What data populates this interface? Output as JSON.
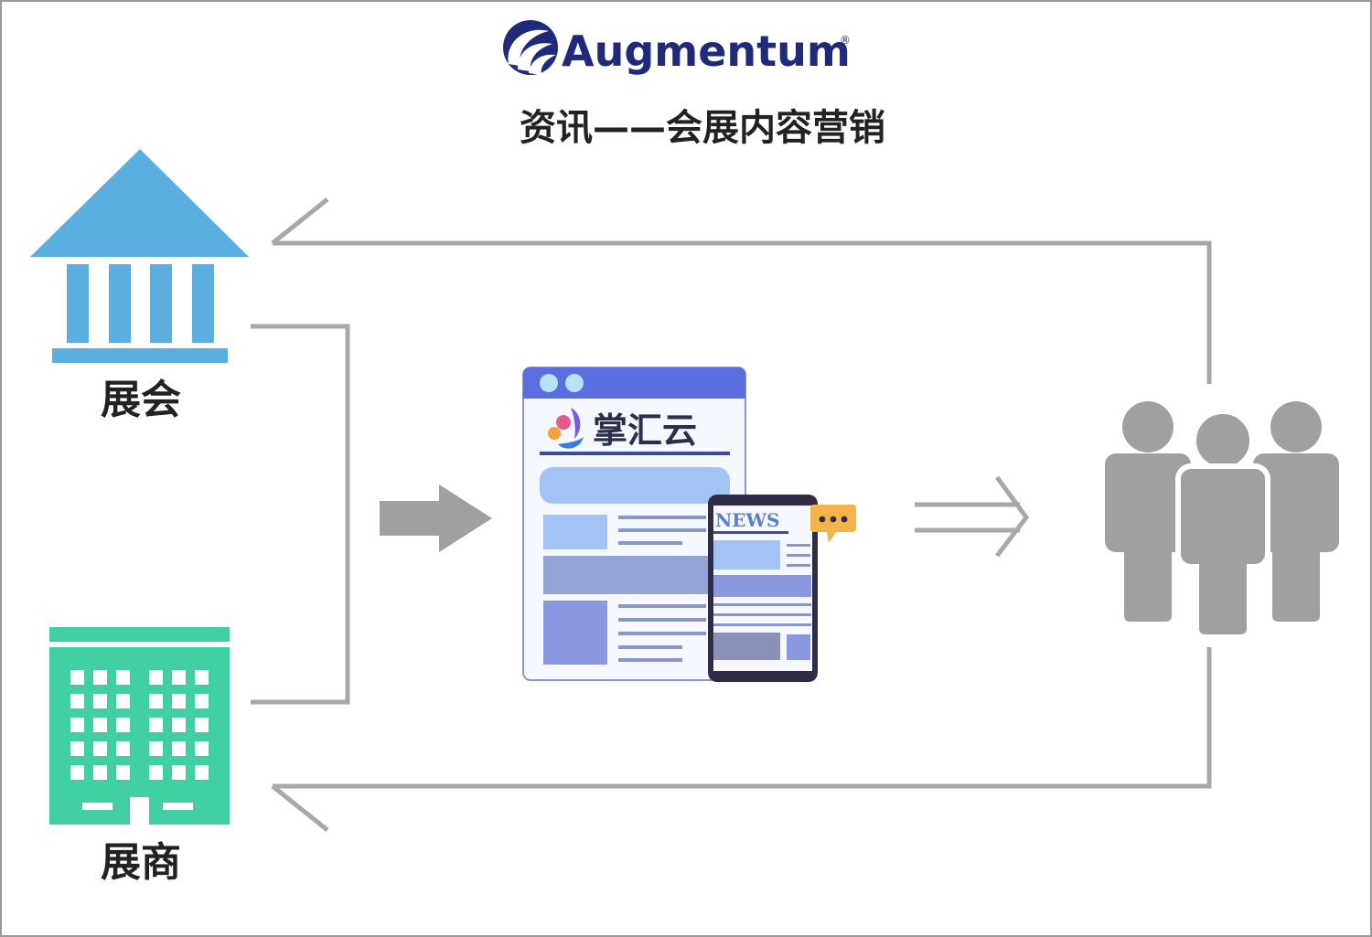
{
  "header": {
    "brand": "Augmentum",
    "registered_mark": "®",
    "title": "资讯——会展内容营销"
  },
  "nodes": {
    "exhibition": {
      "label": "展会",
      "icon": "museum-building-icon"
    },
    "exhibitor": {
      "label": "展商",
      "icon": "office-building-icon"
    },
    "platform": {
      "app_name": "掌汇云",
      "news_label": "NEWS",
      "icon": "web-news-platform-icon"
    },
    "audience": {
      "icon": "people-group-icon"
    }
  },
  "colors": {
    "brand": "#1f2a7a",
    "exhibition": "#5aaee0",
    "exhibitor": "#40cfa3",
    "connector": "#a8a8a8",
    "people": "#a0a0a0",
    "window_header": "#5a6ee0",
    "bubble": "#f3b44a"
  }
}
